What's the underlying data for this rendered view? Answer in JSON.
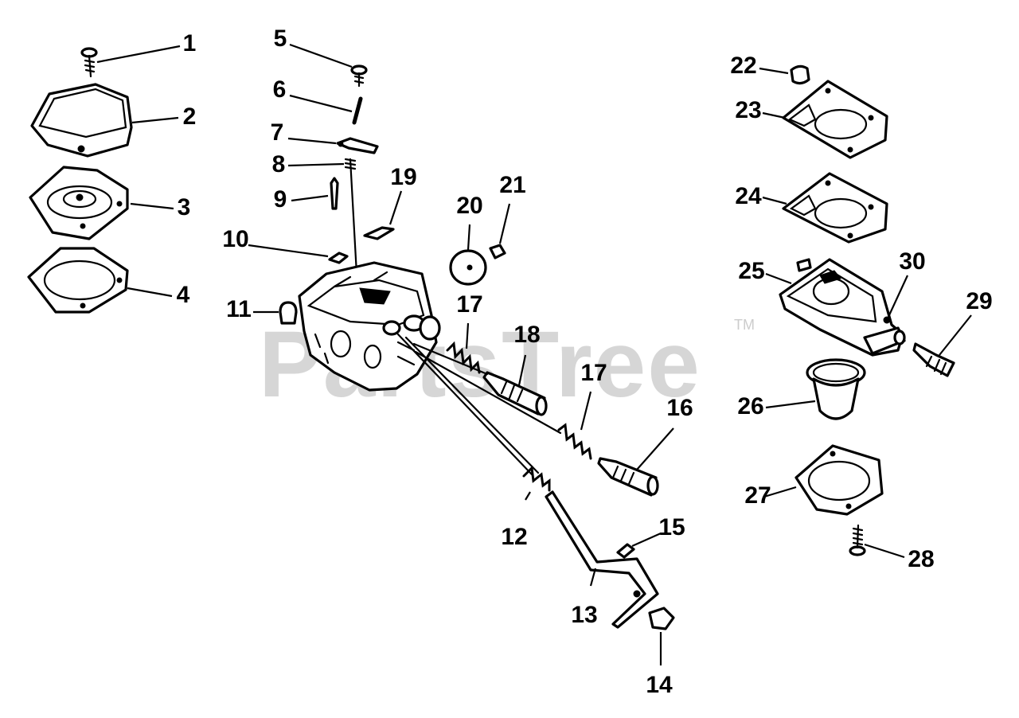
{
  "watermark": {
    "text": "PartsTree",
    "trademark": "TM"
  },
  "callouts": [
    "1",
    "2",
    "3",
    "4",
    "5",
    "6",
    "7",
    "8",
    "9",
    "10",
    "11",
    "12",
    "13",
    "14",
    "15",
    "16",
    "17",
    "17",
    "18",
    "19",
    "20",
    "21",
    "22",
    "23",
    "24",
    "25",
    "26",
    "27",
    "28",
    "29",
    "30"
  ],
  "colors": {
    "ink": "#000000",
    "paper": "#ffffff",
    "watermark": "#cccccc"
  }
}
